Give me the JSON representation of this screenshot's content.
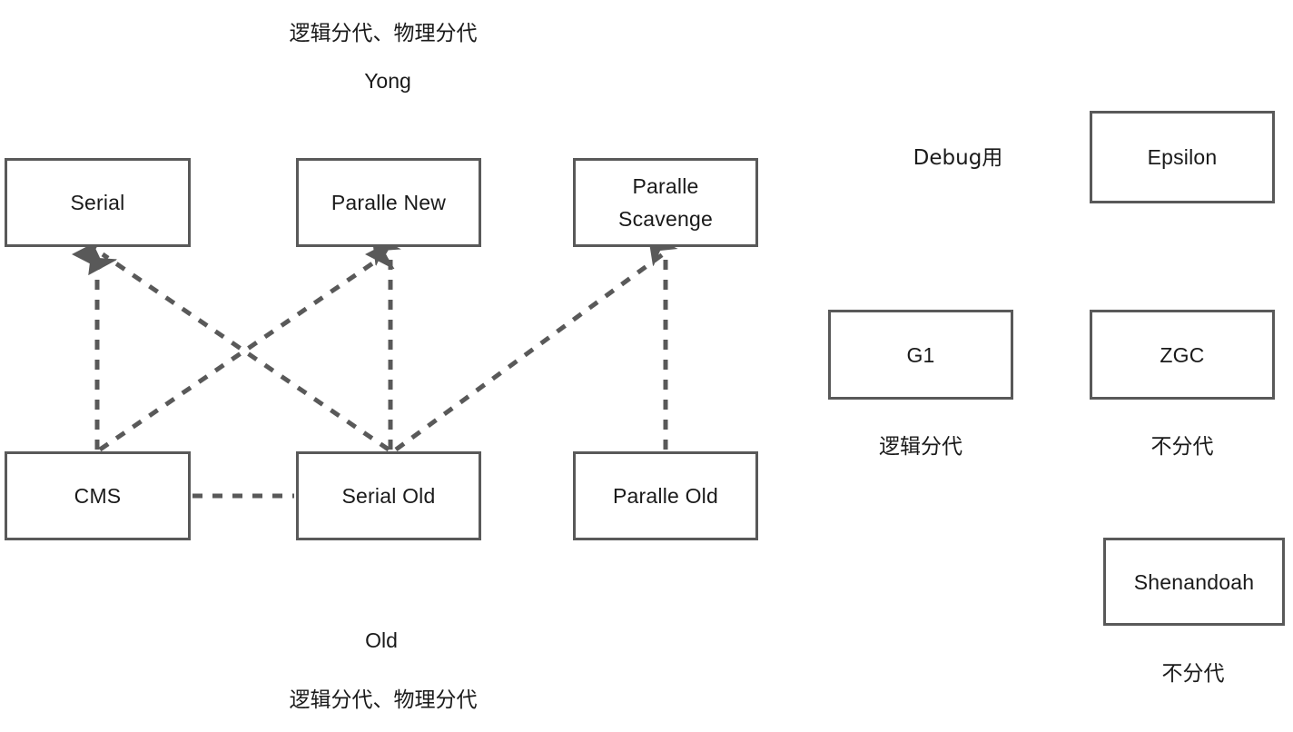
{
  "diagram": {
    "title_top": "逻辑分代、物理分代",
    "subtitle_top": "Yong",
    "label_bottom_area": "Old",
    "title_bottom": "逻辑分代、物理分代",
    "stroke_color": "#595959",
    "text_color": "#1a1a1a",
    "background": "#ffffff"
  },
  "nodes": [
    {
      "id": "serial",
      "label": "Serial"
    },
    {
      "id": "paralle_new",
      "label": "Paralle New"
    },
    {
      "id": "paralle_scavenge",
      "label": "Paralle\nScavenge"
    },
    {
      "id": "cms",
      "label": "CMS"
    },
    {
      "id": "serial_old",
      "label": "Serial Old"
    },
    {
      "id": "paralle_old",
      "label": "Paralle Old"
    },
    {
      "id": "epsilon",
      "label": "Epsilon"
    },
    {
      "id": "g1",
      "label": "G1"
    },
    {
      "id": "zgc",
      "label": "ZGC"
    },
    {
      "id": "shenandoah",
      "label": "Shenandoah"
    }
  ],
  "captions": {
    "debug": "Debug用",
    "g1_note": "逻辑分代",
    "zgc_note": "不分代",
    "shenandoah_note": "不分代"
  },
  "edges": [
    {
      "id": "cms-serial",
      "from": "cms",
      "to": "serial",
      "style": "dashed",
      "arrow": "to"
    },
    {
      "id": "cms-paralle-new",
      "from": "cms",
      "to": "paralle_new",
      "style": "dashed",
      "arrow": "to"
    },
    {
      "id": "serial-old-serial",
      "from": "serial_old",
      "to": "serial",
      "style": "dashed",
      "arrow": "to"
    },
    {
      "id": "serial-old-paralle-new",
      "from": "serial_old",
      "to": "paralle_new",
      "style": "dashed",
      "arrow": "to"
    },
    {
      "id": "serial-old-paralle-scavenge",
      "from": "serial_old",
      "to": "paralle_scavenge",
      "style": "dashed",
      "arrow": "to"
    },
    {
      "id": "paralle-old-paralle-scavenge",
      "from": "paralle_old",
      "to": "paralle_scavenge",
      "style": "dashed",
      "arrow": "none"
    },
    {
      "id": "cms-serial-old",
      "from": "cms",
      "to": "serial_old",
      "style": "dashed",
      "arrow": "none"
    }
  ]
}
